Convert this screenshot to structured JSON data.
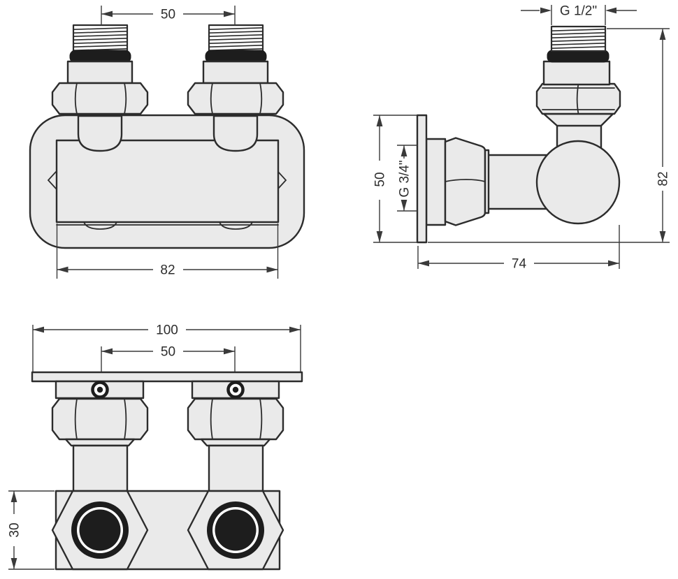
{
  "drawing": {
    "background": "#ffffff",
    "colors": {
      "outline": "#2c2c2c",
      "fill": "#eaeaea",
      "dark_parts": "#1d1d1d",
      "dimension_lines": "#3a3a3a"
    },
    "front_view": {
      "dim_pitch": "50",
      "dim_width": "82"
    },
    "side_view": {
      "dim_thread": "G 1/2\"",
      "dim_height": "82",
      "dim_plate_height": "50",
      "dim_union_thread": "G 3/4\"",
      "dim_depth": "74"
    },
    "bottom_view": {
      "dim_overall_width": "100",
      "dim_pitch": "50",
      "dim_body_height": "30"
    }
  }
}
